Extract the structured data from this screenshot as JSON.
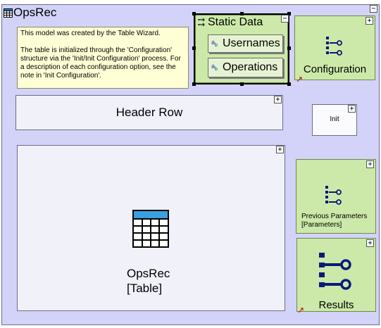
{
  "model": {
    "title": "OpsRec",
    "model_icon": "table-model-icon"
  },
  "note": {
    "line1": "This model was created by the Table Wizard.",
    "line2": "The table is initialized through the 'Configuration' structure via the 'Init/Init Configuration' process. For a description of each configuration option, see the note in 'Init Configuration'."
  },
  "static_data": {
    "title": "Static Data",
    "fields": [
      "Usernames",
      "Operations"
    ]
  },
  "configuration": {
    "label": "Configuration"
  },
  "header_row": {
    "label": "Header Row"
  },
  "init": {
    "label": "Init"
  },
  "table": {
    "name": "OpsRec",
    "kind": "[Table]"
  },
  "previous_parameters": {
    "label1": "Previous Parameters",
    "label2": "[Parameters]"
  },
  "results": {
    "label": "Results"
  },
  "colors": {
    "canvas": "#d3d3f9",
    "green": "#cce9a9",
    "navy": "#0a1a7a",
    "note": "#ffffd6"
  }
}
